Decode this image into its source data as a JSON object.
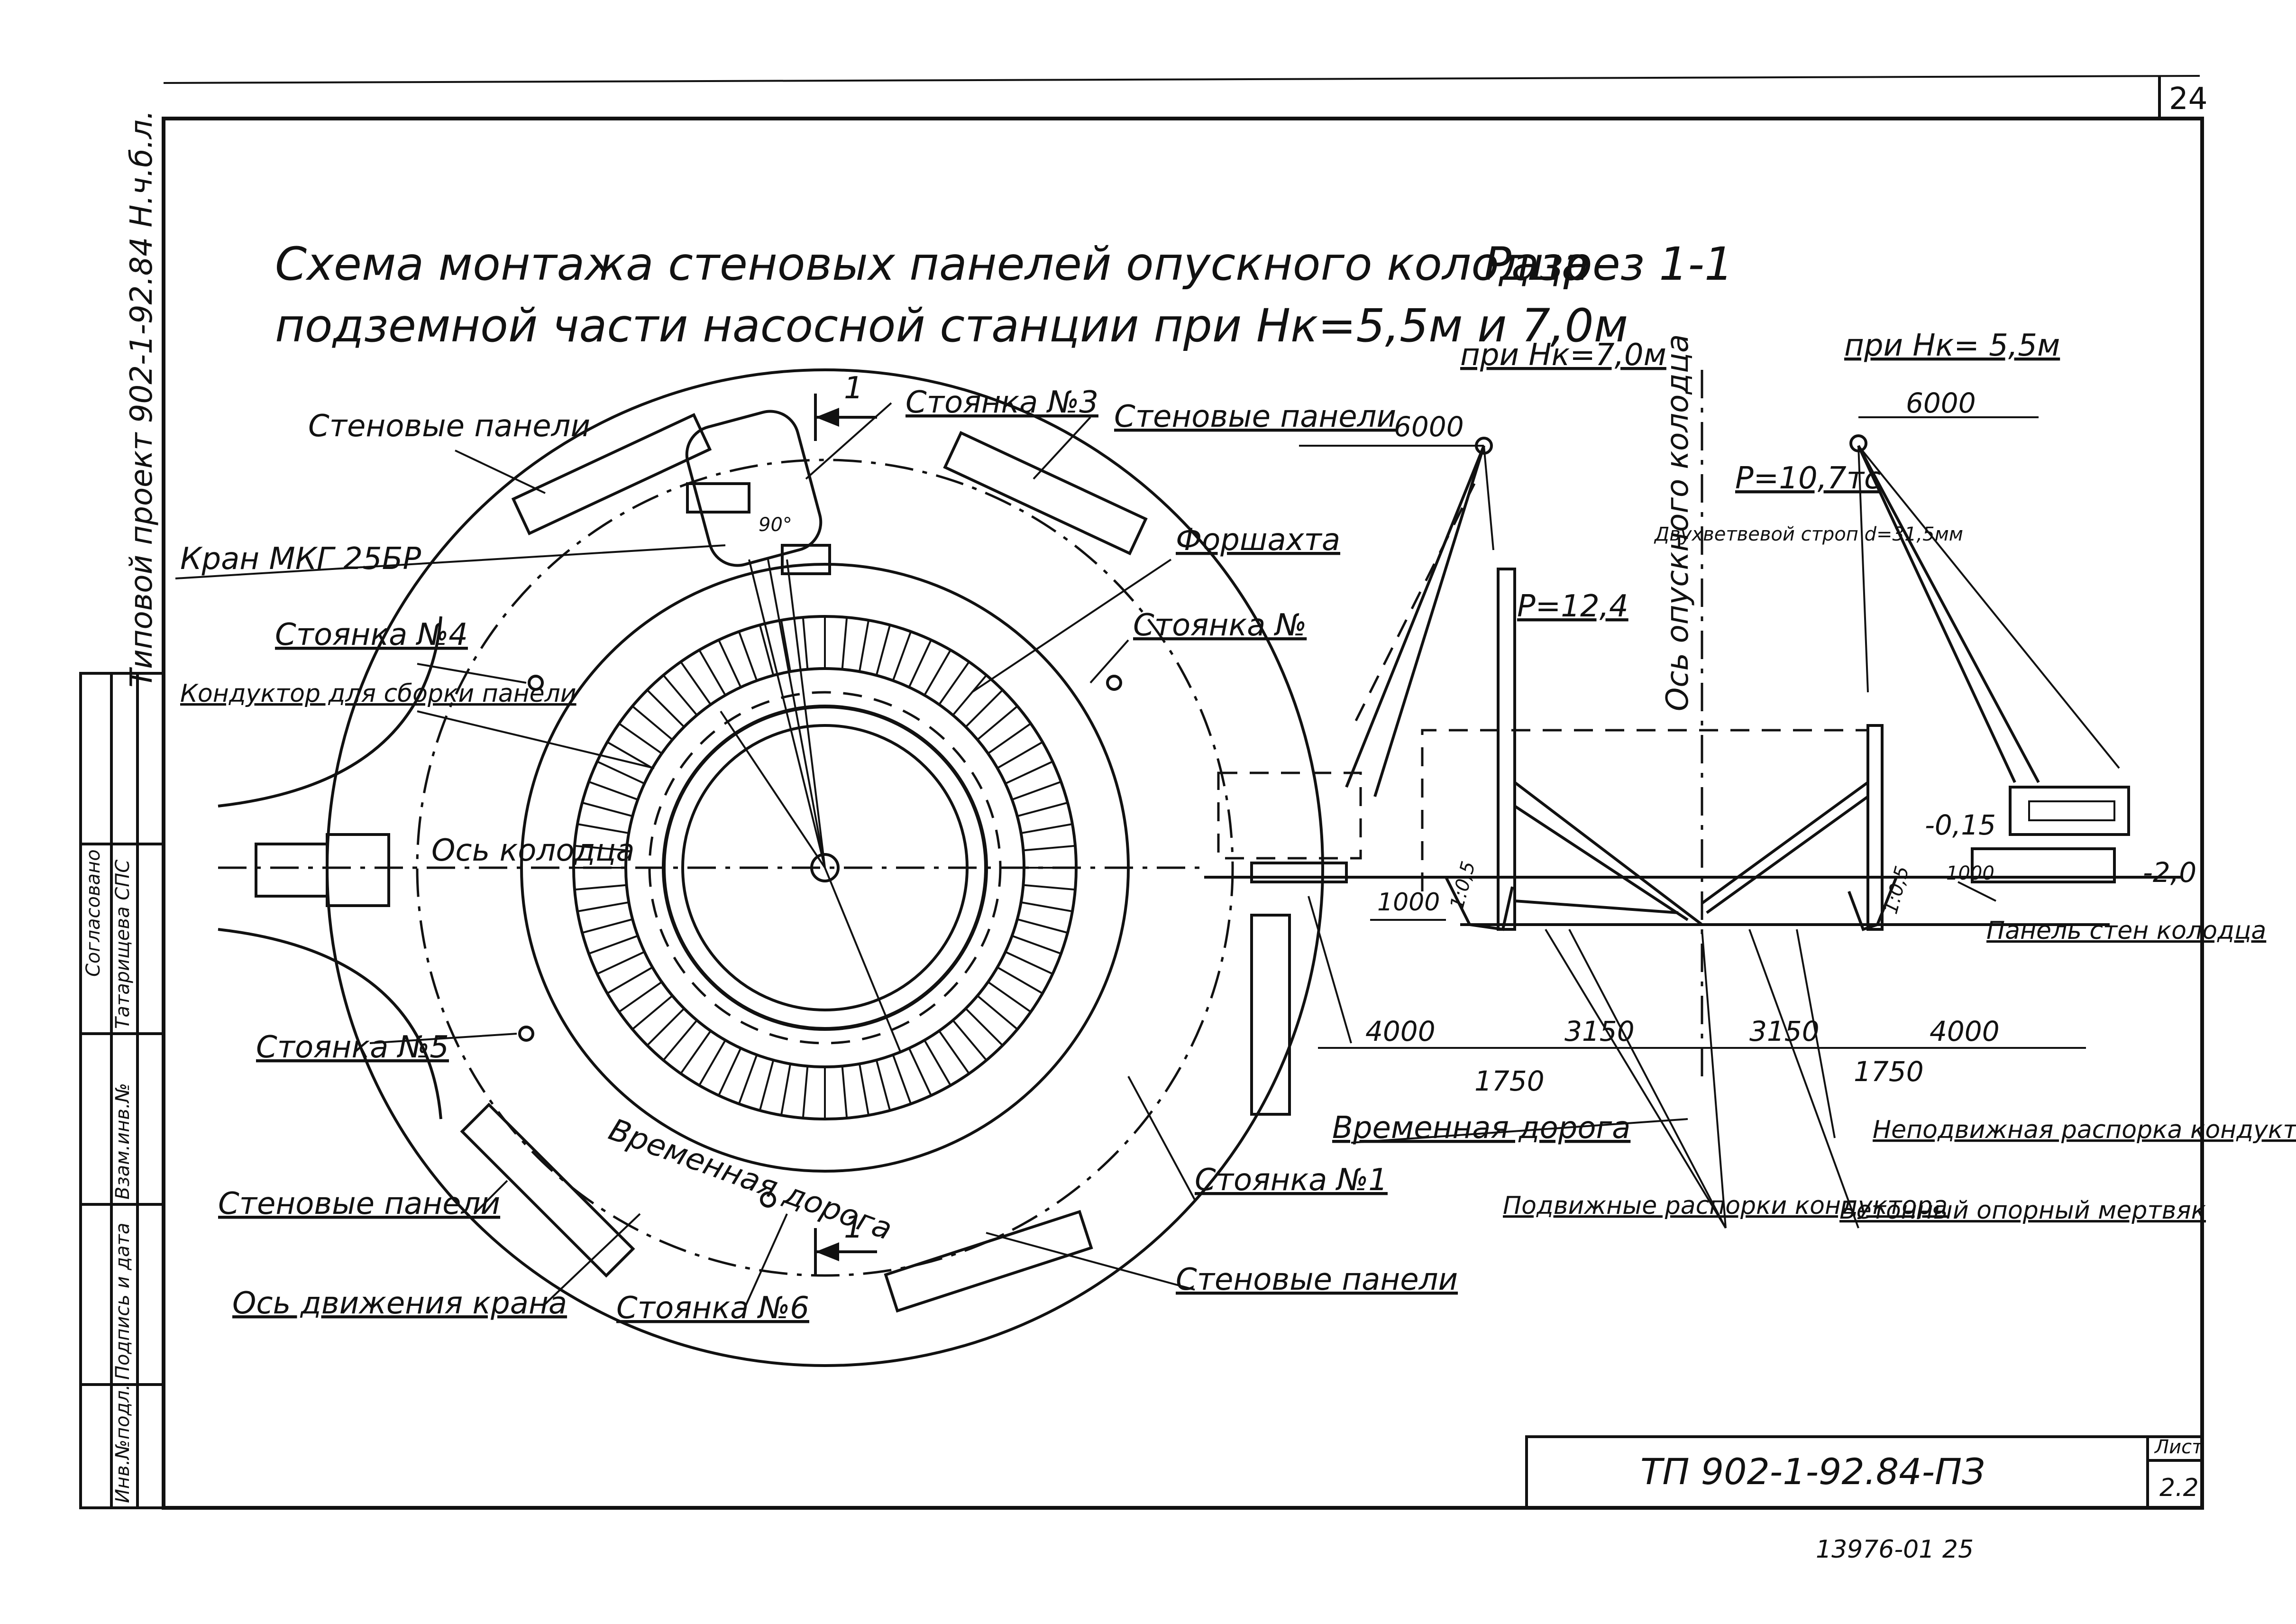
{
  "page_number": "24",
  "vertical_project_label": "Типовой проект 902-1-92.84 Н.ч.б.л.",
  "title": {
    "line1": "Схема монтажа стеновых панелей опускного колодца",
    "line2": "подземной части насосной станции при Нк=5,5м и 7,0м"
  },
  "section": {
    "title": "Разрез 1-1",
    "sub_left": "при Нк=7,0м",
    "sub_right": "при Нк= 5,5м",
    "well_axis_label": "Ось опускного колодца",
    "load_left": "Р=12,4",
    "load_right": "Р=10,7тс",
    "sling_label": "Двухветвевой строп d=31,5мм",
    "level_015": "-0,15",
    "level_20": "-2,0",
    "slope_left": "1:0,5",
    "slope_right": "1:0,5",
    "dims": {
      "top_left": "6000",
      "top_right": "6000",
      "d1000_left": "1000",
      "d1000_right": "1000",
      "b4000_left": "4000",
      "b3150_left": "3150",
      "b3150_right": "3150",
      "b4000_right": "4000",
      "b1750_left": "1750",
      "b1750_right": "1750"
    },
    "labels": {
      "panel_wall": "Панель стен колодца",
      "fixed_strut": "Неподвижная распорка кондуктора",
      "temp_road": "Временная дорога",
      "movable_struts": "Подвижные распорки кондуктора",
      "concrete_anchor": "Бетонный опорный мертвяк"
    }
  },
  "plan": {
    "section_mark": "1",
    "labels": {
      "wall_panels_tl": "Стеновые панели",
      "crane": "Кран МКГ 25БР",
      "stop3": "Стоянка №3",
      "wall_panels_top": "Стеновые панели",
      "forshakhta": "Форшахта",
      "stop2": "Стоянка №",
      "stop4": "Стоянка №4",
      "conductor": "Кондуктор для сборки панели",
      "well_axis": "Ось колодца",
      "stop5": "Стоянка №5",
      "wall_panels_bl": "Стеновые панели",
      "temp_road": "Временная дорога",
      "stop1": "Стоянка №1",
      "crane_axis": "Ось движения крана",
      "stop6": "Стоянка №6",
      "wall_panels_br": "Стеновые панели",
      "boom_angle": "90°"
    }
  },
  "stamp": {
    "rows": [
      "Согласовано",
      "Татарищева СПС",
      "Взам.инв.№",
      "Подпись и дата",
      "Инв.№подл."
    ]
  },
  "title_block": {
    "code": "ТП 902-1-92.84-ПЗ",
    "sheet_label": "Лист",
    "sheet_no": "2.2"
  },
  "footer_number": "13976-01 25"
}
